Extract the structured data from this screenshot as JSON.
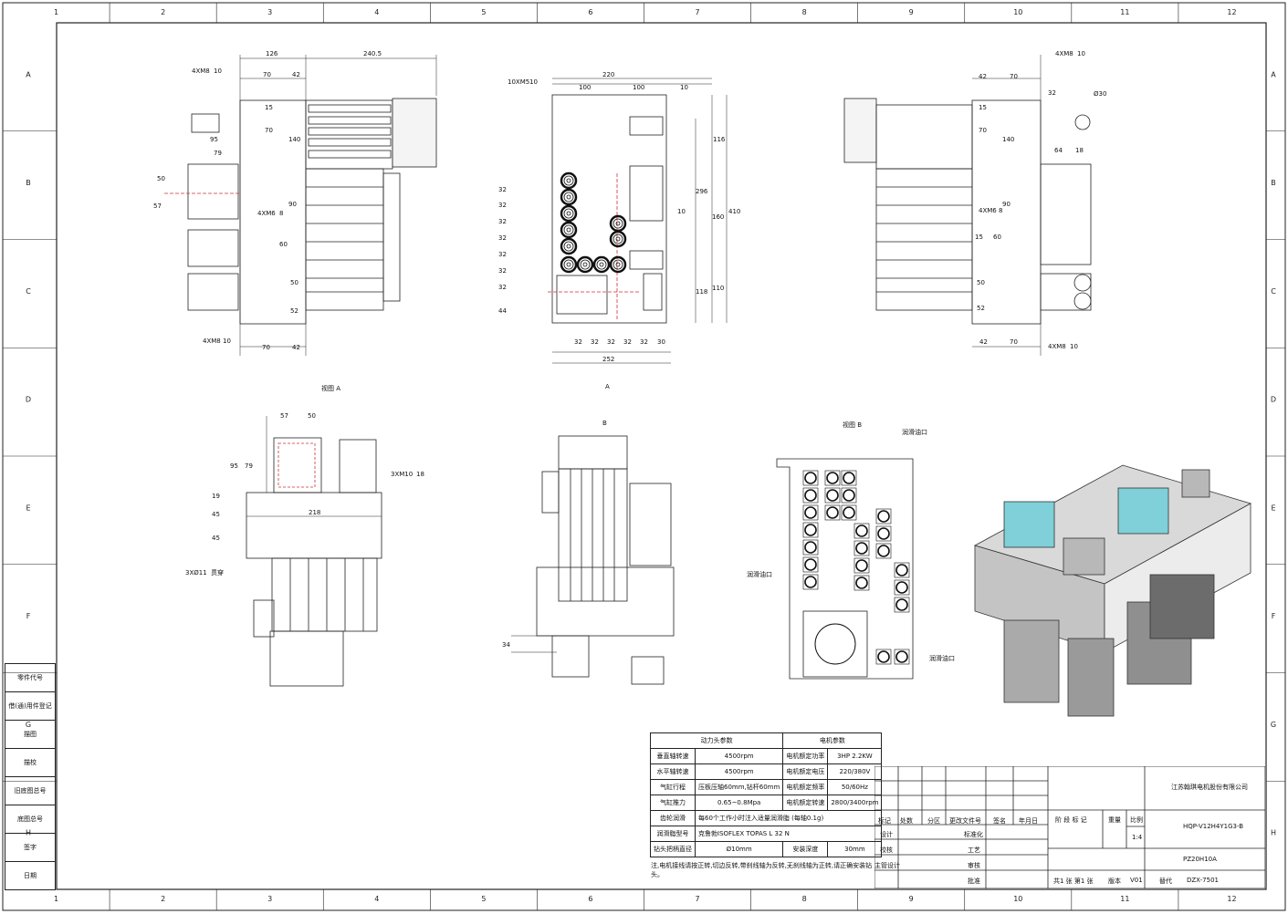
{
  "border": {
    "columns": [
      "1",
      "2",
      "3",
      "4",
      "5",
      "6",
      "7",
      "8",
      "9",
      "10",
      "11",
      "12"
    ],
    "rows": [
      "A",
      "B",
      "C",
      "D",
      "E",
      "F",
      "G",
      "H"
    ]
  },
  "views": {
    "left": {
      "dims": [
        "126",
        "240.5",
        "70",
        "42",
        "4XM8",
        "10",
        "15",
        "70",
        "140",
        "95",
        "79",
        "50",
        "57",
        "4XM6",
        "8",
        "90",
        "60",
        "50",
        "52",
        "4XM8",
        "10",
        "70",
        "42"
      ]
    },
    "front": {
      "dims": [
        "220",
        "10XM5",
        "10",
        "100",
        "100",
        "10",
        "116",
        "296",
        "410",
        "10",
        "160",
        "118",
        "110",
        "32",
        "32",
        "32",
        "32",
        "32",
        "32",
        "32",
        "44",
        "32",
        "32",
        "32",
        "32",
        "32",
        "30",
        "252"
      ],
      "section_marker": "A"
    },
    "right": {
      "dims": [
        "4XM8",
        "10",
        "42",
        "70",
        "Ø30",
        "32",
        "15",
        "70",
        "140",
        "64",
        "18",
        "4XM6",
        "8",
        "90",
        "15",
        "60",
        "50",
        "52",
        "42",
        "70",
        "4XM8",
        "10"
      ]
    },
    "view_a": {
      "title": "视图 A",
      "dims": [
        "57",
        "50",
        "95",
        "79",
        "19",
        "45",
        "45",
        "218",
        "3XM10",
        "18",
        "3XØ11",
        "贯穿"
      ]
    },
    "view_b_marker": "B",
    "side": {
      "dims": [
        "34"
      ]
    },
    "view_b": {
      "title": "视图 B",
      "labels": [
        "润滑油口",
        "润滑油口",
        "润滑油口"
      ]
    }
  },
  "params_table": {
    "head_left": "动力头参数",
    "head_right": "电机参数",
    "rows": [
      [
        "垂直轴转速",
        "4500rpm",
        "电机额定功率",
        "3HP 2.2KW"
      ],
      [
        "水平轴转速",
        "4500rpm",
        "电机额定电压",
        "220/380V"
      ],
      [
        "气缸行程",
        "压板压轴60mm,钻杆60mm",
        "电机额定频率",
        "50/60Hz"
      ],
      [
        "气缸推力",
        "0.65~0.8Mpa",
        "电机额定转速",
        "2800/3400rpm"
      ]
    ],
    "gear_label": "齿轮润滑",
    "gear_value": "每60个工作小时注入适量润滑脂 (每轴0.1g)",
    "oil_label": "润滑脂型号",
    "oil_value": "克鲁勃ISOFLEX TOPAS L 32 N",
    "bit_label": "钻头把柄直径",
    "bit_value": "Ø10mm",
    "depth_label": "安装深度",
    "depth_value": "30mm",
    "note": "注,电机接线请按正转,切边反转,带刹线轴为反转,无刹线轴为正转,请正确安装钻头。"
  },
  "sidebar": [
    "零件代号",
    "借(通)用件登记",
    "描图",
    "描校",
    "旧底图总号",
    "底图总号",
    "签字",
    "日期"
  ],
  "title_block": {
    "company": "江苏翰琪电机股份有限公司",
    "drawing_no": "HQP-V12H4Y1G3-B",
    "code": "PZ20H10A",
    "scale_label": "比例",
    "scale": "1:4",
    "weight_label": "重量",
    "stage_label": "阶 段 标 记",
    "rev_headers": [
      "标记",
      "处数",
      "分区",
      "更改文件号",
      "签名",
      "年月日"
    ],
    "roles": [
      "设计",
      "校核",
      "主管设计"
    ],
    "roles2": [
      "标准化",
      "工艺",
      "审核",
      "批准"
    ],
    "sheets": "共1 张   第1 张",
    "version_label": "版本",
    "version": "V01",
    "replace_label": "替代",
    "replace": "DZX-7501"
  }
}
